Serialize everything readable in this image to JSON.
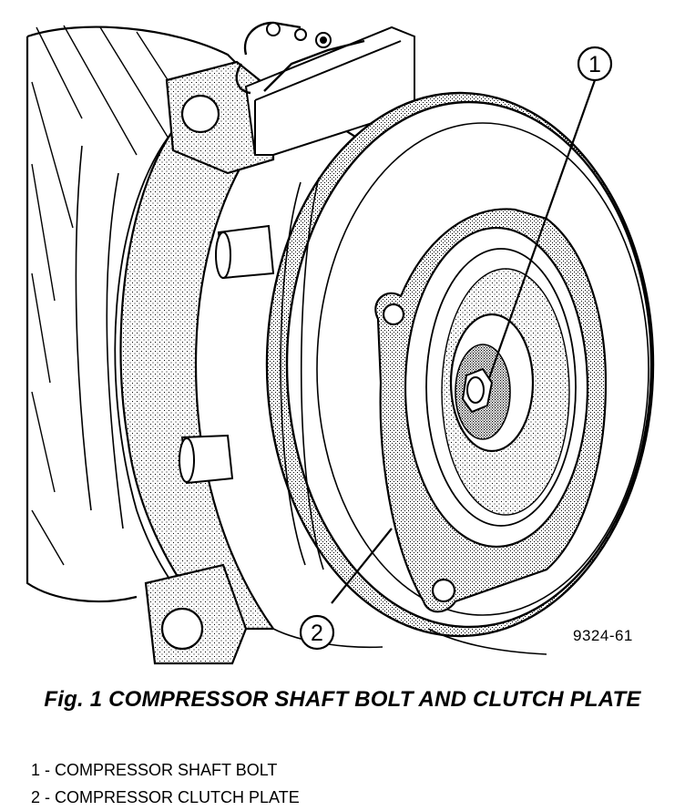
{
  "figure": {
    "id_code": "9324-61",
    "caption": "Fig. 1 COMPRESSOR SHAFT BOLT AND CLUTCH PLATE",
    "callouts": [
      {
        "number": "1",
        "label": "COMPRESSOR SHAFT BOLT"
      },
      {
        "number": "2",
        "label": "COMPRESSOR CLUTCH PLATE"
      }
    ],
    "legend_separator": " - "
  }
}
